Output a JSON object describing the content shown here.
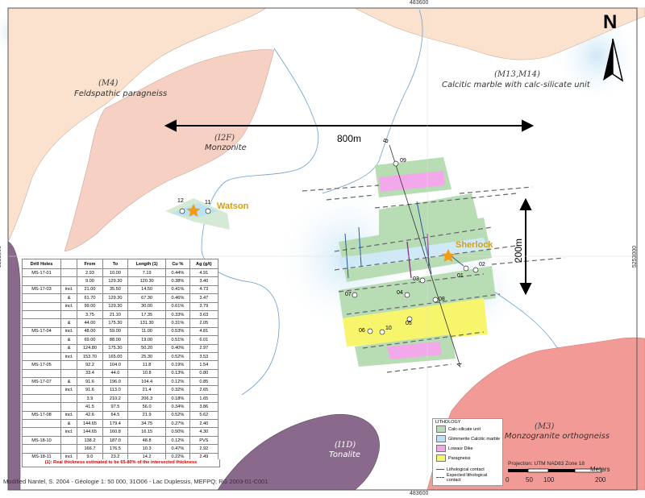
{
  "coordinates": {
    "easting_top": "483600",
    "easting_bottom": "483600",
    "northing_left": "5253000",
    "northing_right": "5253000"
  },
  "north_arrow": {
    "label": "N",
    "icon": "north-arrow-icon"
  },
  "units": {
    "m4": {
      "code": "(M4)",
      "name": "Feldspathic paragneiss",
      "color": "#fae2cf"
    },
    "i2f": {
      "code": "(I2F)",
      "name": "Monzonite",
      "color": "#f6d0c2"
    },
    "m13": {
      "code": "(M13,M14)",
      "name": "Calcitic marble with calc-silicate unit",
      "color": "#ffffff"
    },
    "m3": {
      "code": "(M3)",
      "name": "Monzogranite orthogneiss",
      "color": "#f29a96"
    },
    "i1d": {
      "code": "(I1D)",
      "name": "Tonalite",
      "color": "#8a6a8c"
    }
  },
  "distances": {
    "horizontal": "800m",
    "vertical": "200m"
  },
  "section_labels": {
    "b": "B",
    "a": "A"
  },
  "sites": {
    "watson": "Watson",
    "sherlock": "Sherlock"
  },
  "drill_labels": [
    "12",
    "11",
    "09",
    "01",
    "02",
    "03",
    "04",
    "07",
    "08",
    "06",
    "10",
    "05"
  ],
  "drill_table": {
    "headers": [
      "Drill Holes",
      "",
      "From",
      "To",
      "Length (1)",
      "Cu %",
      "Ag (g/t)"
    ],
    "rows": [
      [
        "MS-17-01",
        "",
        "2.93",
        "10.00",
        "7.19",
        "0.44%",
        "4.91"
      ],
      [
        "",
        "",
        "9.00",
        "129.30",
        "120.30",
        "0.38%",
        "3.40"
      ],
      [
        "MS-17-03",
        "incl.",
        "21.00",
        "35.50",
        "14.50",
        "0.41%",
        "4.73"
      ],
      [
        "",
        "&",
        "61.70",
        "129.30",
        "67.30",
        "0.46%",
        "3.47"
      ],
      [
        "",
        "incl.",
        "99.00",
        "129.30",
        "30.00",
        "0.61%",
        "3.79"
      ],
      [
        "",
        "",
        "3.75",
        "21.10",
        "17.35",
        "0.33%",
        "3.63"
      ],
      [
        "",
        "&",
        "44.00",
        "175.30",
        "131.30",
        "0.31%",
        "2.05"
      ],
      [
        "MS-17-04",
        "incl.",
        "48.00",
        "59.00",
        "11.00",
        "0.53%",
        "4.81"
      ],
      [
        "",
        "&",
        "69.00",
        "88.00",
        "19.00",
        "0.51%",
        "6.01"
      ],
      [
        "",
        "&",
        "124.80",
        "175.30",
        "50.20",
        "0.40%",
        "2.97"
      ],
      [
        "",
        "incl.",
        "153.70",
        "165.00",
        "25.30",
        "0.52%",
        "3.53"
      ],
      [
        "MS-17-05",
        "",
        "92.2",
        "104.0",
        "11.8",
        "0.19%",
        "1.54"
      ],
      [
        "",
        "",
        "33.4",
        "44.0",
        "10.8",
        "0.13%",
        "0.80"
      ],
      [
        "MS-17-07",
        "&",
        "91.6",
        "196.0",
        "104.4",
        "0.12%",
        "0.85"
      ],
      [
        "",
        "incl.",
        "91.6",
        "113.0",
        "21.4",
        "0.32%",
        "2.65"
      ],
      [
        "",
        "",
        "3.9",
        "210.2",
        "206.3",
        "0.18%",
        "1.65"
      ],
      [
        "",
        "",
        "41.5",
        "97.5",
        "56.0",
        "0.34%",
        "3.86"
      ],
      [
        "MS-17-08",
        "incl.",
        "42.6",
        "64.5",
        "21.9",
        "0.52%",
        "5.62"
      ],
      [
        "",
        "&",
        "144.65",
        "179.4",
        "34.75",
        "0.27%",
        "2.40"
      ],
      [
        "",
        "incl.",
        "144.65",
        "160.8",
        "16.15",
        "0.50%",
        "4.30"
      ],
      [
        "MS-18-10",
        "",
        "138.2",
        "187.0",
        "48.8",
        "0.12%",
        "PVS"
      ],
      [
        "",
        "",
        "166.7",
        "176.5",
        "10.3",
        "0.47%",
        "2.92"
      ],
      [
        "MS-18-11",
        "incl.",
        "9.0",
        "23.2",
        "14.2",
        "0.22%",
        "2.49"
      ]
    ],
    "footnote": "(1): Real thickness estimated to be 65-80% of the intersected thickness"
  },
  "legend": {
    "title": "LITHOLOGY",
    "items": [
      {
        "label": "Calc-silicate unit",
        "color": "#b8dcb4"
      },
      {
        "label": "Glimmerite Calcitic marble",
        "color": "#b9e2f4"
      },
      {
        "label": "Lowaur Dike",
        "color": "#f3a8ec"
      },
      {
        "label": "Paragneiss",
        "color": "#f7f56c"
      }
    ],
    "lines": [
      {
        "label": "Lithological contact",
        "style": "solid"
      },
      {
        "label": "Expected lithological contact",
        "style": "dashed"
      }
    ]
  },
  "projection": "Projection: UTM NAD83 Zone 18",
  "scale": {
    "units": "Meters",
    "ticks": [
      "0",
      "50",
      "100",
      "200"
    ]
  },
  "credit": "Modified Nantel, S. 2004 - Géologie 1: 50 000, 31O06 - Lac Duplessis, MEFPQ; RG 2003-01-C001"
}
